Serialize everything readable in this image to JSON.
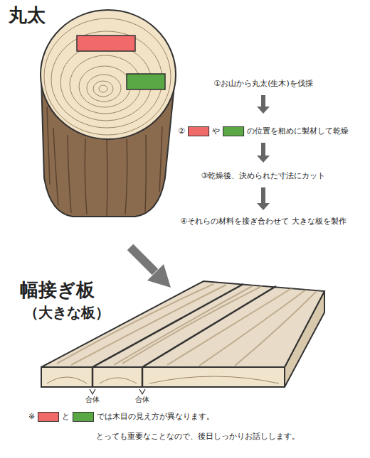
{
  "diagram": {
    "title": "丸太",
    "labels": [
      "①お山から丸太(生木)を伐採",
      "②",
      "や",
      "の位置を粗めに製材して乾燥",
      "③乾燥後、決められた寸法にカット",
      "④それらの材料を接ぎ合わせて 大きな板を製作",
      "幅接ぎ板",
      "（大きな板）",
      "合体",
      "合体",
      "※",
      "と",
      "では木目の見え方が異なります。",
      "とっても重要なことなので、後日しっかりお話しします。"
    ]
  }
}
